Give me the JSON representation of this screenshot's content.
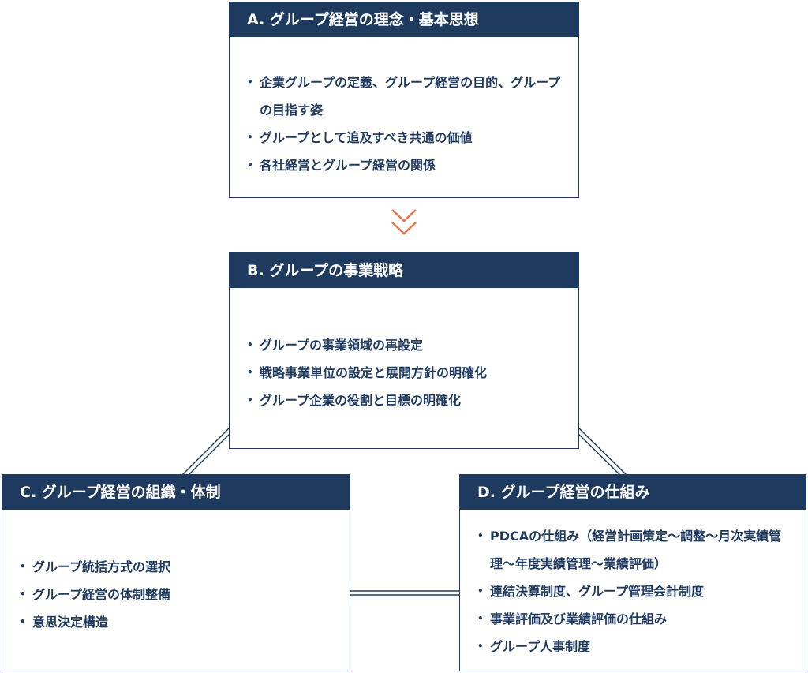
{
  "boxes": {
    "a": {
      "title": "A. グループ経営の理念・基本思想",
      "items": [
        "企業グループの定義、グループ経営の目的、グループの目指す姿",
        "グループとして追及すべき共通の価値",
        "各社経営とグループ経営の関係"
      ]
    },
    "b": {
      "title": "B. グループの事業戦略",
      "items": [
        "グループの事業領域の再設定",
        "戦略事業単位の設定と展開方針の明確化",
        "グループ企業の役割と目標の明確化"
      ]
    },
    "c": {
      "title": "C. グループ経営の組織・体制",
      "items": [
        "グループ統括方式の選択",
        "グループ経営の体制整備",
        "意思決定構造"
      ]
    },
    "d": {
      "title": "D. グループ経営の仕組み",
      "items": [
        "PDCAの仕組み（経営計画策定～調整～月次実績管理～年度実績管理～業績評価）",
        "連結決算制度、グループ管理会計制度",
        "事業評価及び業績評価の仕組み",
        "グループ人事制度"
      ]
    }
  },
  "colors": {
    "header_bg": "#1f3a5f",
    "text": "#1f3a5f",
    "arrow": "#e8734a",
    "connector": "#1f3a5f"
  },
  "icons": {
    "down_arrow": "double-chevron-down-icon"
  }
}
